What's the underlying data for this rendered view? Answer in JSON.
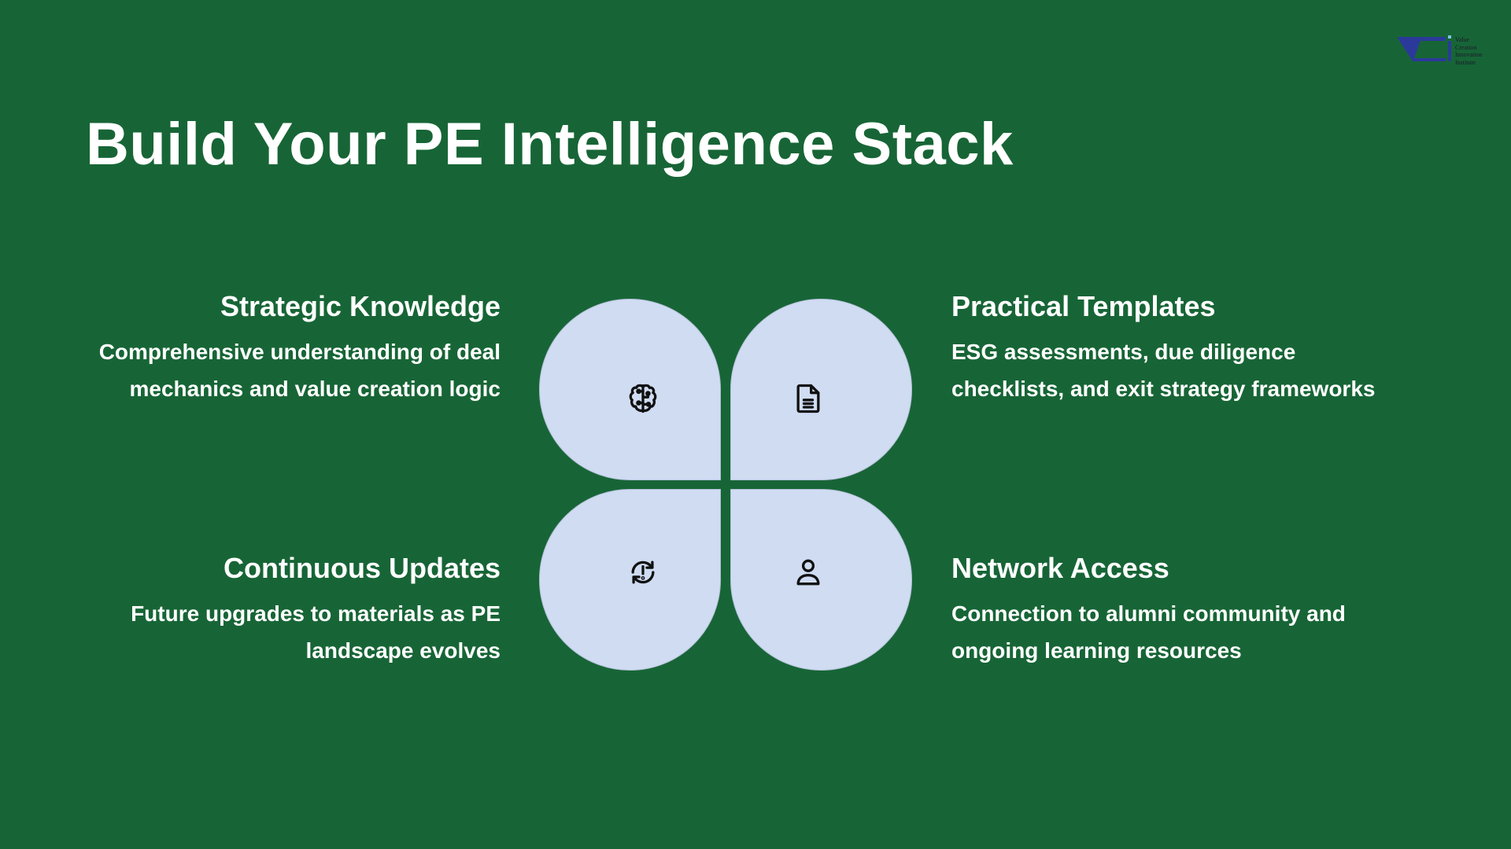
{
  "title": "Build Your PE Intelligence Stack",
  "logo": {
    "lines": [
      "Value",
      "Creation",
      "Innovation",
      "Institute"
    ]
  },
  "colors": {
    "background": "#176536",
    "petal": "#cfdcf2",
    "logo": "#2b3a9a"
  },
  "items": [
    {
      "heading": "Strategic Knowledge",
      "body": "Comprehensive understanding of deal mechanics and value creation logic",
      "icon": "brain-icon"
    },
    {
      "heading": "Practical Templates",
      "body": "ESG assessments, due diligence checklists, and exit strategy frameworks",
      "icon": "document-icon"
    },
    {
      "heading": "Continuous Updates",
      "body": "Future upgrades to materials as PE landscape evolves",
      "icon": "refresh-alert-icon"
    },
    {
      "heading": "Network Access",
      "body": "Connection to alumni community and ongoing learning resources",
      "icon": "user-icon"
    }
  ]
}
